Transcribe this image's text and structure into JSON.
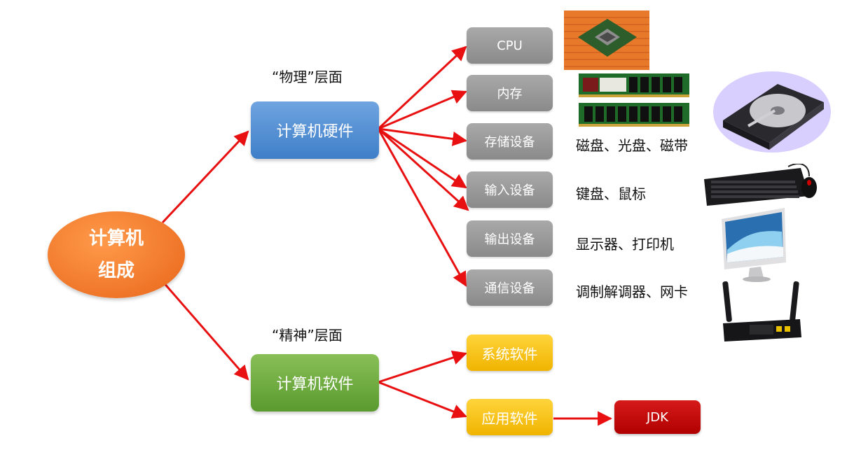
{
  "root": {
    "line1": "计算机",
    "line2": "组成"
  },
  "hardware": {
    "label": "计算机硬件",
    "caption": "“物理”层面"
  },
  "software": {
    "label": "计算机软件",
    "caption": "“精神”层面"
  },
  "hardware_items": [
    {
      "label": "CPU",
      "desc": ""
    },
    {
      "label": "内存",
      "desc": ""
    },
    {
      "label": "存储设备",
      "desc": "磁盘、光盘、磁带"
    },
    {
      "label": "输入设备",
      "desc": "键盘、鼠标"
    },
    {
      "label": "输出设备",
      "desc": "显示器、打印机"
    },
    {
      "label": "通信设备",
      "desc": "调制解调器、网卡"
    }
  ],
  "software_items": [
    {
      "label": "系统软件"
    },
    {
      "label": "应用软件"
    }
  ],
  "app_child": {
    "label": "JDK"
  },
  "colors": {
    "arrow": "#e81010",
    "hardware": "#4a88d0",
    "software": "#6aab3e",
    "root": "#f07a2a",
    "hardware_item": "#9a9a9a",
    "software_item": "#f5c000",
    "jdk": "#c00000"
  },
  "images": [
    "cpu-chip-photo",
    "ram-module-photo",
    "hard-drive-photo",
    "keyboard-mouse-photo",
    "monitor-photo",
    "router-photo"
  ]
}
